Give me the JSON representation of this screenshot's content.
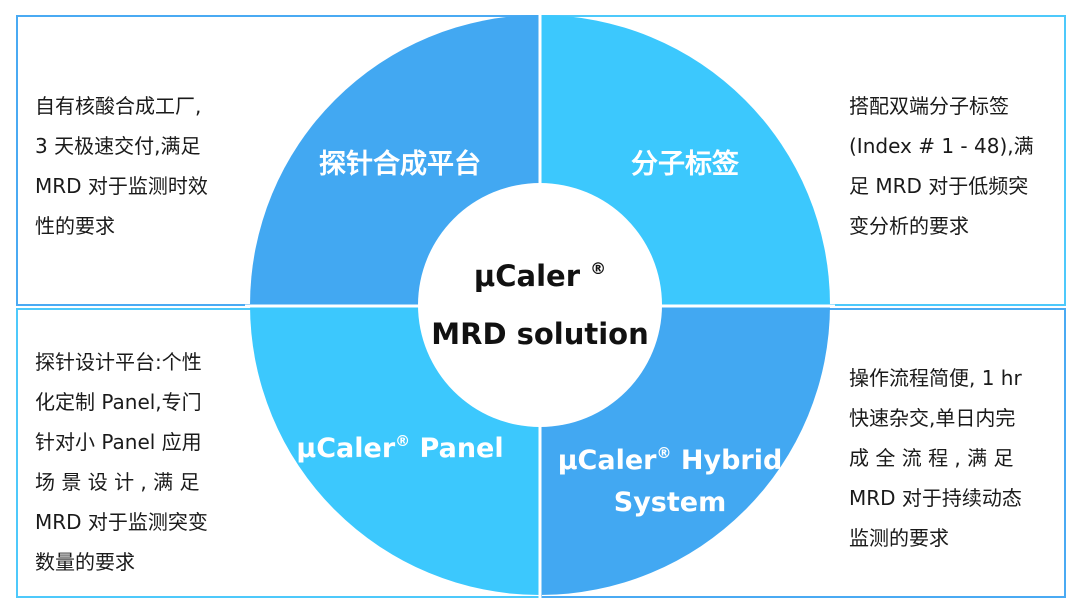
{
  "colors": {
    "primary_blue": "#42A8F2",
    "light_cyan": "#3CC8FD",
    "border_blue": "#4AAAF3",
    "border_cyan": "#4DC9FB",
    "text_dark": "#1A1A1A"
  },
  "center": {
    "line1": "μCaler",
    "line1_mark": "®",
    "line2": "MRD solution"
  },
  "quadrants": [
    {
      "id": "top-left",
      "label": "探针合成平台",
      "color": "#42A8F2",
      "description": [
        "自有核酸合成工厂,",
        "3  天极速交付,满足",
        "MRD  对于监测时效",
        "性的要求"
      ]
    },
    {
      "id": "top-right",
      "label": "分子标签",
      "color": "#3CC8FD",
      "description": [
        "搭配双端分子标签",
        "(Index # 1 - 48),满",
        "足 MRD 对于低频突",
        "变分析的要求"
      ]
    },
    {
      "id": "bottom-left",
      "label": "μCaler",
      "label_mark": "®",
      "label_suffix": " Panel",
      "color": "#3CC8FD",
      "description": [
        "探针设计平台:个性",
        "化定制  Panel,专门",
        "针对小  Panel  应用",
        "场 景 设 计 , 满 足",
        "MRD  对于监测突变",
        "数量的要求"
      ]
    },
    {
      "id": "bottom-right",
      "label": "μCaler",
      "label_mark": "®",
      "label_suffix": " Hybrid",
      "label_line2": "System",
      "color": "#42A8F2",
      "description": [
        "操作流程简便, 1 hr",
        "快速杂交,单日内完",
        "成 全 流 程 , 满 足",
        "MRD  对于持续动态",
        "监测的要求"
      ]
    }
  ]
}
